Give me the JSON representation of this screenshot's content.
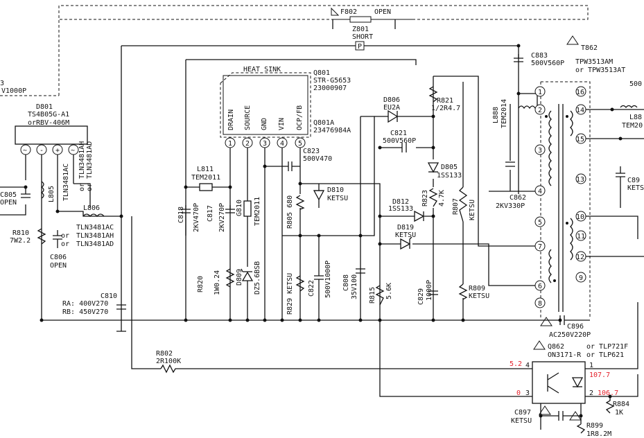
{
  "labels": {
    "f802": "F802",
    "f802_state": "OPEN",
    "z801": "Z801",
    "z801_state": "SHORT",
    "z801_box": "P",
    "t862": "T862",
    "t862_model_a": "TPW3513AM",
    "t862_model_b": "or TPW3513AT",
    "c883": "C883",
    "c883_val": "500V560P",
    "heat_sink": "HEAT SINK",
    "q801": "Q801",
    "q801_part": "STR-G5653",
    "q801_code": "23000907",
    "q801a": "Q801A",
    "q801a_code": "23476984A",
    "pin_drain": "DRAIN",
    "pin_source": "SOURCE",
    "pin_gnd": "GND",
    "pin_vin": "VIN",
    "pin_ocp": "OCP/FB",
    "d806": "D806",
    "d806_part": "EU2A",
    "r821": "R821",
    "r821_val": "1/2R4.7",
    "c821": "C821",
    "c821_val": "500V560P",
    "c823": "C823",
    "c823_val": "500V470",
    "d805": "D805",
    "d805_part": "1SS133",
    "d810": "D810",
    "d810_part": "KETSU",
    "d812": "D812",
    "d812_part": "1SS133",
    "d819": "D819",
    "d819_part": "KETSU",
    "r823": "R823",
    "r823_val": "4.7K",
    "r807": "R807",
    "r807_val": "KETSU",
    "l888": "L888",
    "l888_part": "TEM2014",
    "c862": "C862",
    "c862_val": "2KV330P",
    "l811": "L811",
    "l811_part": "TEM2011",
    "c818": "C818",
    "c818_val": "2KV470P",
    "c817": "C817",
    "c817_val": "2KV270P",
    "g810": "G810",
    "g810_part": "TEM2011",
    "r805": "R805 680",
    "r820": "R820",
    "r820_val": "1W0.24",
    "d809": "D809",
    "d809_part": "DZ5.6BSB",
    "r829": "R829 KETSU",
    "c822": "C822",
    "c822_val": "500V1000P",
    "c808": "C808",
    "c808_val": "35V100",
    "r815": "R815",
    "r815_val": "5.6K",
    "c829": "C829",
    "c829_val": "1000P",
    "r809": "R809",
    "r809_val": "KETSU",
    "c896": "C896",
    "c896_val": "AC250V220P",
    "d801": "D801",
    "d801_part": "TS4B05G-A1",
    "d801_alt": "orRBV-406M",
    "c805": "C805",
    "c805_state": "OPEN",
    "l805": "L805",
    "tln_ac": "TLN3481AC",
    "tln_ah_ad_a": "or TLN3481AH",
    "tln_ah_ad_b": "or TLN3481AD",
    "l806": "L806",
    "tln_list_1": "TLN3481AC",
    "tln_list_2": "TLN3481AH",
    "tln_list_3": "TLN3481AD",
    "or_1": "or",
    "or_2": "or",
    "r810": "R810",
    "r810_val": "7W2.2",
    "c806": "C806",
    "c806_state": "OPEN",
    "c810": "C810",
    "c810_ra": "RA: 400V270",
    "c810_rb": "RB: 450V270",
    "left_3": "3",
    "left_v1000p": "V1000P",
    "r802": "R802",
    "r802_val": "2R100K",
    "q862": "Q862",
    "q862_part": "ON3171-R",
    "q862_or1": "or TLP721F",
    "q862_or2": "or TLP621",
    "c897": "C897",
    "c897_val": "KETSU",
    "r899": "R899",
    "r899_val": "1R8.2M",
    "r884": "R884",
    "r884_val": "1K",
    "right_500": "500",
    "right_l88": "L88",
    "right_tem20": "TEM20",
    "right_c89": "C89",
    "right_kets": "KETS",
    "volt_52": "5.2",
    "volt_1077": "107.7",
    "volt_0": "0",
    "volt_1067": "106.7",
    "q862_pin1": "1",
    "q862_pin2": "2",
    "q862_pin3": "3",
    "q862_pin4": "4",
    "ic_pin1": "1",
    "ic_pin2": "2",
    "ic_pin3": "3",
    "ic_pin4": "4",
    "ic_pin5": "5",
    "t_pin1": "1",
    "t_pin2": "2",
    "t_pin3": "3",
    "t_pin4": "4",
    "t_pin5": "5",
    "t_pin6": "6",
    "t_pin7": "7",
    "t_pin8": "8",
    "t_pin9": "9",
    "t_pin10": "10",
    "t_pin11": "11",
    "t_pin12": "12",
    "t_pin13": "13",
    "t_pin14": "14",
    "t_pin15": "15",
    "t_pin16": "16"
  },
  "colors": {
    "ink": "#111111",
    "voltage_red": "#e4202a",
    "background": "#ffffff"
  }
}
